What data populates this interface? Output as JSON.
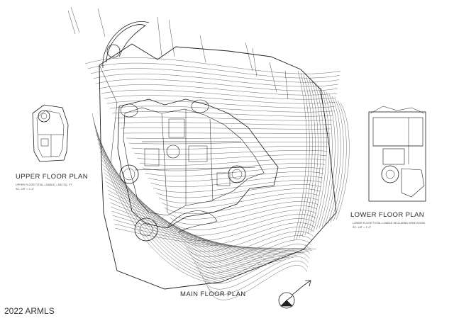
{
  "labels": {
    "upper_floor_plan": "UPPER FLOOR PLAN",
    "upper_floor_area": "UPPER FLOOR TOTAL LIVABLE = 600 SQ. FT.",
    "upper_floor_scale": "SC: 1/8\" = 1'-0\"",
    "lower_floor_plan": "LOWER FLOOR PLAN",
    "lower_floor_area": "LOWER FLOOR TOTAL LIVABLE INCLUDING WINE ROOM",
    "lower_floor_scale": "SC: 1/8\" = 1'-0\"",
    "main_floor_plan": "MAIN FLOOR PLAN"
  },
  "watermark": "2022 ARMLS",
  "colors": {
    "ink": "#2b2b2b",
    "paper": "#ffffff"
  },
  "icons": [
    "north-arrow-icon"
  ]
}
